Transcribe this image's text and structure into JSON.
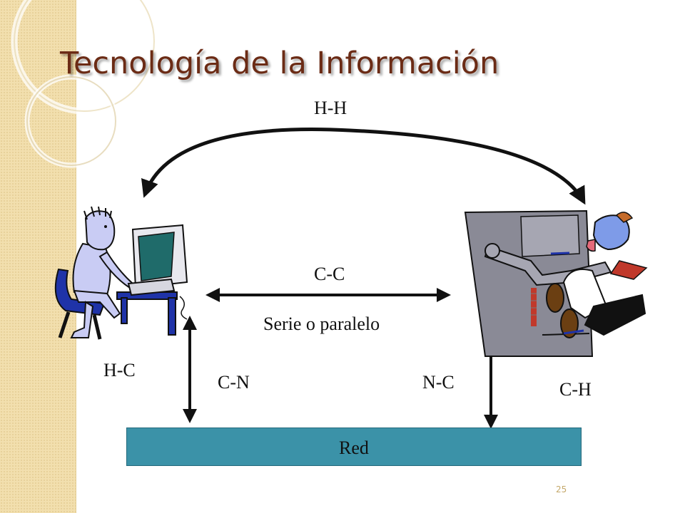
{
  "slide": {
    "title": "Tecnología de la Información",
    "page_number": "25"
  },
  "diagram": {
    "hh_label": "H-H",
    "cc_label": "C-C",
    "cc_sublabel": "Serie o paralelo",
    "hc_label": "H-C",
    "cn_label": "C-N",
    "nc_label": "N-C",
    "ch_label": "C-H",
    "network_label": "Red"
  },
  "colors": {
    "title": "#6b2b15",
    "network_box": "#3b92a8",
    "sidebar": "#f2dfae",
    "arrow": "#111111"
  }
}
